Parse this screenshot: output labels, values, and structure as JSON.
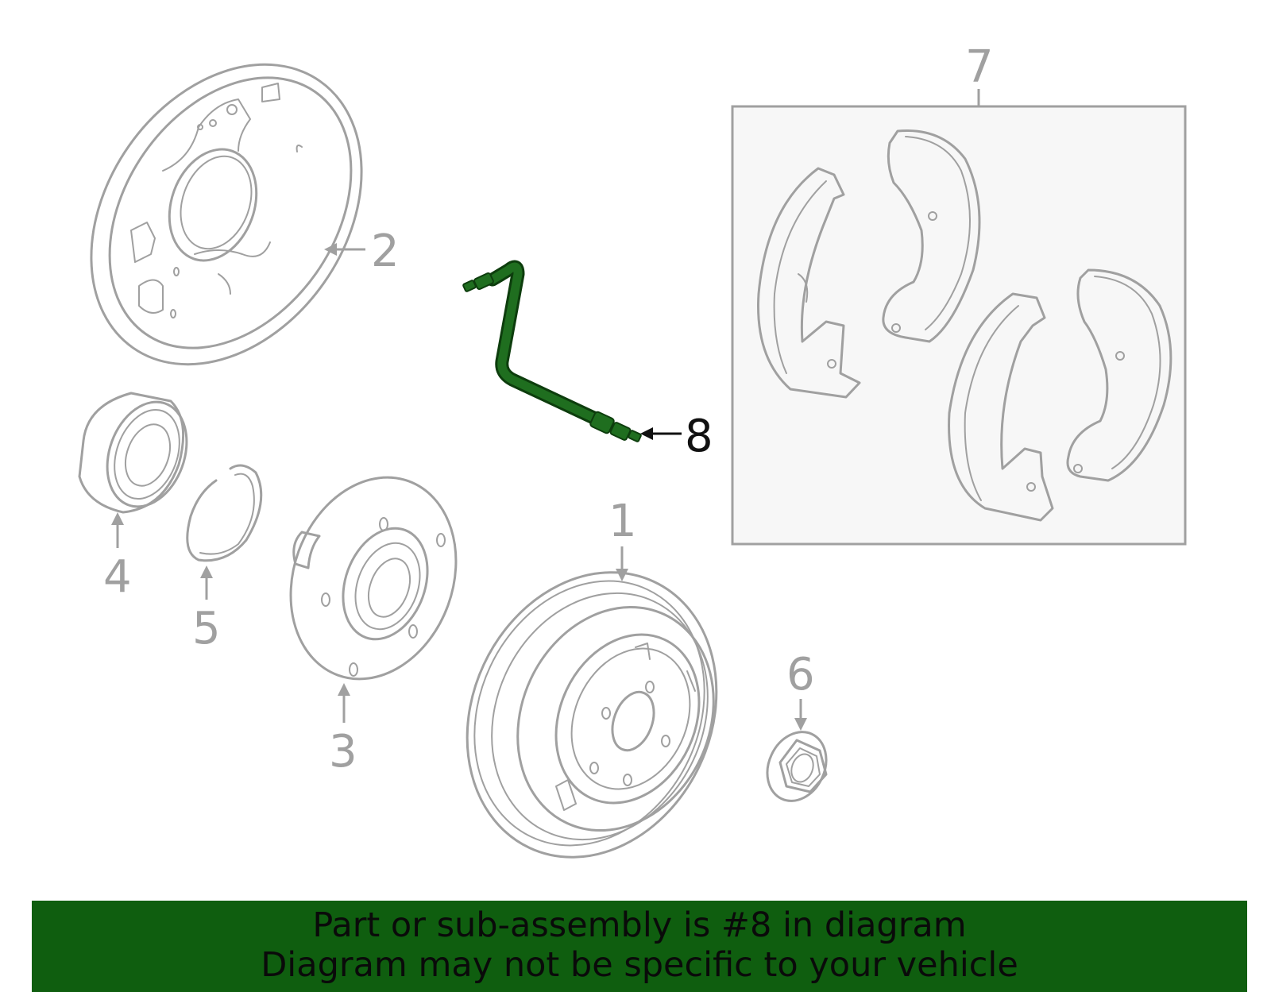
{
  "diagram": {
    "highlight_color": "#1f6e1f",
    "line_color": "#a0a0a0",
    "panel_fill": "#f7f7f7",
    "callouts": [
      {
        "id": "1",
        "label": "1",
        "part": "brake drum"
      },
      {
        "id": "2",
        "label": "2",
        "part": "backing plate"
      },
      {
        "id": "3",
        "label": "3",
        "part": "wheel hub"
      },
      {
        "id": "4",
        "label": "4",
        "part": "wheel bearing"
      },
      {
        "id": "5",
        "label": "5",
        "part": "snap ring"
      },
      {
        "id": "6",
        "label": "6",
        "part": "hub nut"
      },
      {
        "id": "7",
        "label": "7",
        "part": "brake shoe set"
      },
      {
        "id": "8",
        "label": "8",
        "part": "brake hose",
        "highlighted": true
      }
    ]
  },
  "footer": {
    "line1": "Part or sub-assembly is #8 in diagram",
    "line2": "Diagram may not be specific to your vehicle",
    "background": "#0f5e0f"
  }
}
